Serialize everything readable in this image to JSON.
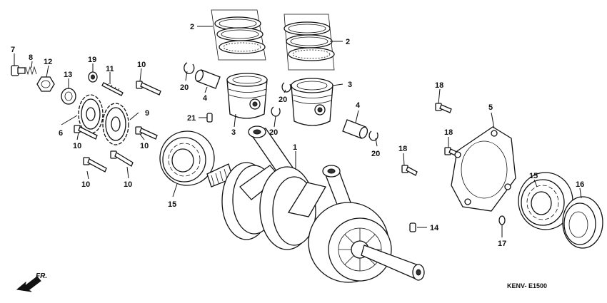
{
  "diagram": {
    "code_label": "KENV- E1500",
    "direction_label": "FR.",
    "callouts": [
      {
        "id": "c2a",
        "text": "2"
      },
      {
        "id": "c2b",
        "text": "2"
      },
      {
        "id": "c7",
        "text": "7"
      },
      {
        "id": "c8",
        "text": "8"
      },
      {
        "id": "c12",
        "text": "12"
      },
      {
        "id": "c19",
        "text": "19"
      },
      {
        "id": "c10a",
        "text": "10"
      },
      {
        "id": "c13",
        "text": "13"
      },
      {
        "id": "c11",
        "text": "11"
      },
      {
        "id": "c20a",
        "text": "20"
      },
      {
        "id": "c4a",
        "text": "4"
      },
      {
        "id": "c3a",
        "text": "3"
      },
      {
        "id": "c3b",
        "text": "3"
      },
      {
        "id": "c20b",
        "text": "20"
      },
      {
        "id": "c18a",
        "text": "18"
      },
      {
        "id": "c9",
        "text": "9"
      },
      {
        "id": "c6",
        "text": "6"
      },
      {
        "id": "c21",
        "text": "21"
      },
      {
        "id": "c10b",
        "text": "10"
      },
      {
        "id": "c10c",
        "text": "10"
      },
      {
        "id": "c20c",
        "text": "20"
      },
      {
        "id": "c4b",
        "text": "4"
      },
      {
        "id": "c5",
        "text": "5"
      },
      {
        "id": "c18b",
        "text": "18"
      },
      {
        "id": "c1",
        "text": "1"
      },
      {
        "id": "c20d",
        "text": "20"
      },
      {
        "id": "c18c",
        "text": "18"
      },
      {
        "id": "c15a",
        "text": "15"
      },
      {
        "id": "c10d",
        "text": "10"
      },
      {
        "id": "c10e",
        "text": "10"
      },
      {
        "id": "c15b",
        "text": "15"
      },
      {
        "id": "c16",
        "text": "16"
      },
      {
        "id": "c14",
        "text": "14"
      },
      {
        "id": "c17",
        "text": "17"
      }
    ]
  }
}
